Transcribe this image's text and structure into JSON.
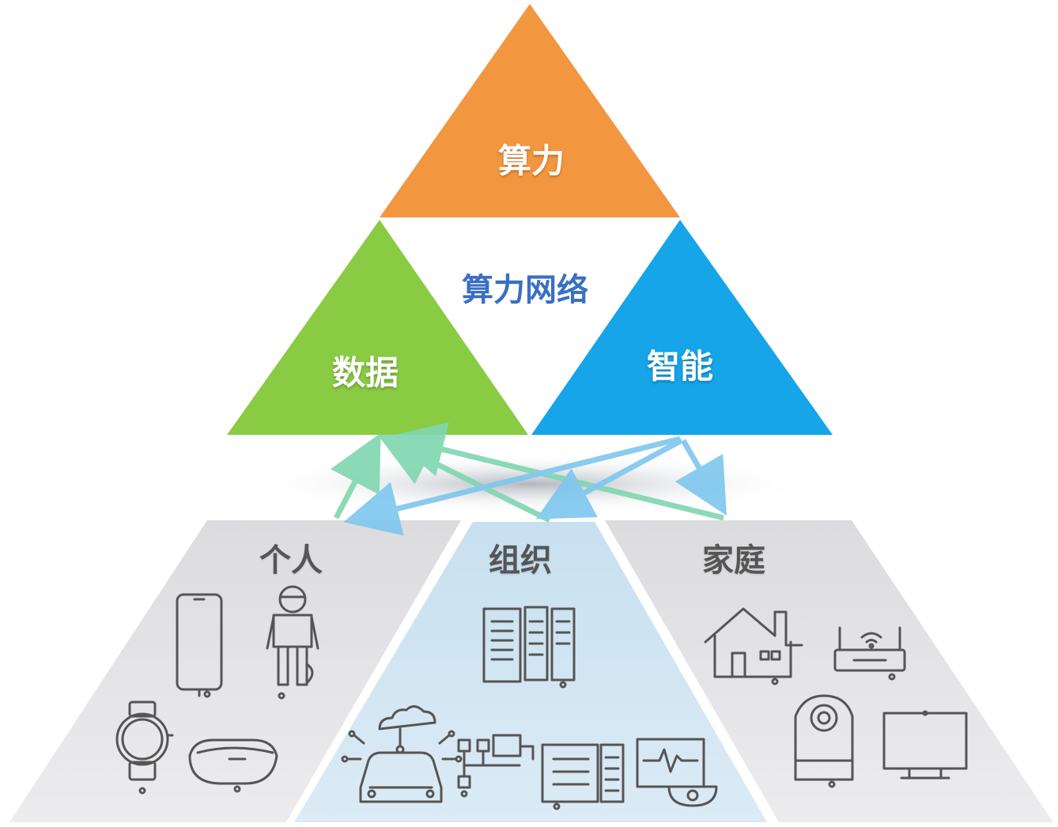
{
  "pyramid": {
    "top": "算力",
    "center": "算力网络",
    "left": "数据",
    "right": "智能"
  },
  "categories": {
    "personal": "个人",
    "organization": "组织",
    "home": "家庭"
  },
  "colors": {
    "top": "#f39640",
    "left": "#8acb44",
    "right": "#15a5e8",
    "center_text": "#3a6fc4",
    "arrow_green": "#7fd6b0",
    "arrow_blue": "#7ec6ef",
    "panel_gray": "#e7e7e9",
    "panel_blue": "#d2e6f2",
    "icon_stroke": "#555555"
  },
  "icons": {
    "personal": [
      "smartphone-icon",
      "exoskeleton-person-icon",
      "smartwatch-icon",
      "vr-glasses-icon"
    ],
    "organization": [
      "server-rack-icon",
      "connected-car-icon",
      "industrial-line-icon",
      "data-center-icon",
      "monitoring-camera-icon"
    ],
    "home": [
      "house-icon",
      "router-icon",
      "home-camera-icon",
      "monitor-icon"
    ]
  }
}
